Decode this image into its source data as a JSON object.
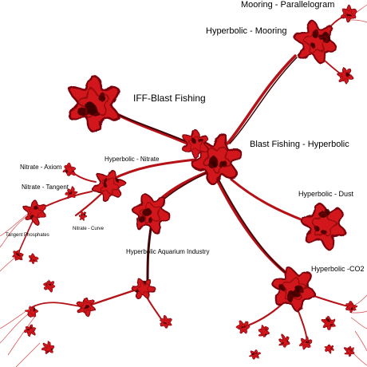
{
  "diagram": {
    "colors": {
      "blob": "#d1141a",
      "blob_dark": "#7a0608",
      "blob_core": "#3a0304",
      "branch": "#b51218",
      "branch_dark": "#400305",
      "thread": "#d9474c"
    },
    "nodes": {
      "mooring_parallelogram": "Mooring - Parallelogram",
      "hyperbolic_mooring": "Hyperbolic - Mooring",
      "iff_blast_fishing": "IFF-Blast Fishing",
      "blast_fishing_hyperbolic": "Blast Fishing - Hyperbolic",
      "hyperbolic_nitrate": "Hyperbolic -  Nitrate",
      "nitrate_axiom": "Nitrate - Axiom",
      "nitrate_tangent": "Nitrate - Tangent",
      "nitrate_curve": "Nitrate - Curve",
      "tangent_phosphates": "Tangent  Phosphates",
      "hyperbolic_dust": "Hyperbolic - Dust",
      "hyperbolic_aquarium_industry": "Hyperbolic   Aquarium Industry",
      "hyperbolic_co2": "Hyperbolic -CO2"
    }
  }
}
